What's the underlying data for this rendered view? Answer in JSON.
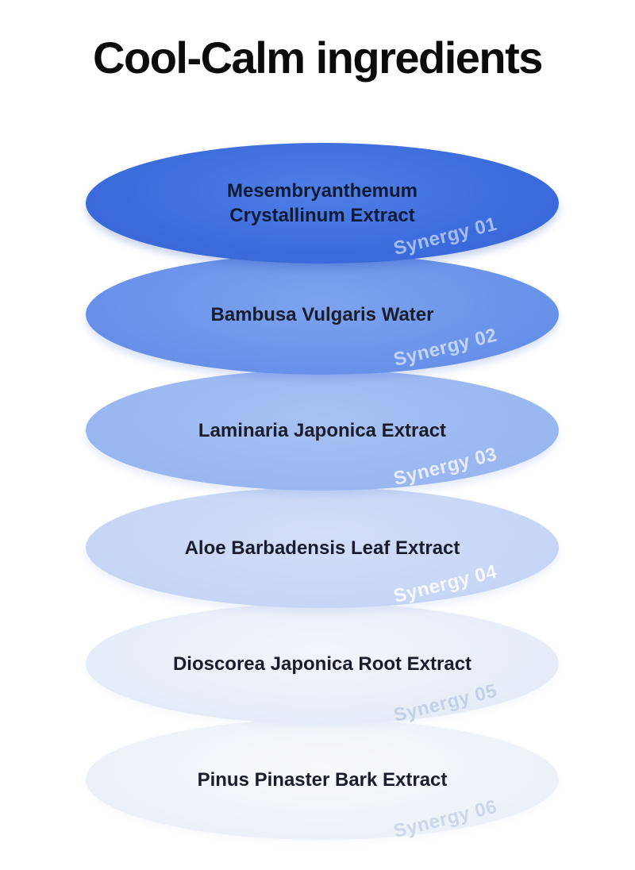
{
  "title": "Cool-Calm ingredients",
  "layers": [
    {
      "label_line1": "Mesembryanthemum",
      "label_line2": "Crystallinum Extract",
      "tag": "Synergy 01"
    },
    {
      "label_line1": "Bambusa Vulgaris Water",
      "label_line2": "",
      "tag": "Synergy 02"
    },
    {
      "label_line1": "Laminaria Japonica Extract",
      "label_line2": "",
      "tag": "Synergy 03"
    },
    {
      "label_line1": "Aloe Barbadensis Leaf Extract",
      "label_line2": "",
      "tag": "Synergy 04"
    },
    {
      "label_line1": "Dioscorea Japonica Root Extract",
      "label_line2": "",
      "tag": "Synergy 05"
    },
    {
      "label_line1": "Pinus Pinaster Bark Extract",
      "label_line2": "",
      "tag": "Synergy 06"
    }
  ],
  "colors": {
    "layer1": "#3b6cdc",
    "layer2": "#6a93ea",
    "layer3": "#9bb8f1",
    "layer4": "#c8d7f6",
    "layer5": "#e8eef8",
    "layer6": "#eef2f9",
    "title": "#0b0b0b"
  }
}
